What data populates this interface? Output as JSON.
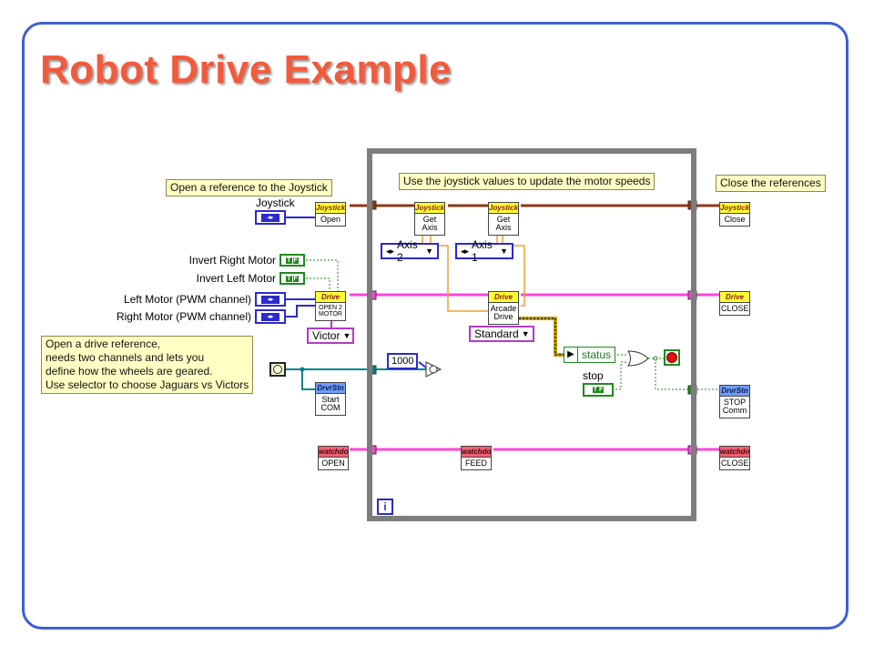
{
  "slide": {
    "title": "Robot Drive Example"
  },
  "comments": {
    "joystick_ref": "Open a reference to the Joystick",
    "update_motors": "Use the joystick values to update the motor speeds",
    "close_refs": "Close the references",
    "drive_ref": [
      "Open a drive reference,",
      "needs two channels and lets you",
      "define how the wheels are geared.",
      "Use selector to choose Jaguars vs Victors"
    ]
  },
  "labels": {
    "joystick": "Joystick",
    "invert_right": "Invert Right Motor",
    "invert_left": "Invert Left Motor",
    "left_motor": "Left Motor (PWM channel)",
    "right_motor": "Right Motor (PWM channel)",
    "stop": "stop",
    "status": "status"
  },
  "constants": {
    "victor": "Victor",
    "axis2": "Axis 2",
    "axis1": "Axis 1",
    "standard": "Standard",
    "wait_ms": "1000",
    "tf": "T F",
    "t": "T",
    "f": "F",
    "iteration": "i"
  },
  "vis": {
    "joystick_open": {
      "hdr": "Joystick",
      "body": "Open"
    },
    "joystick_getaxis_a": {
      "hdr": "Joystick",
      "body": "Get Axis"
    },
    "joystick_getaxis_b": {
      "hdr": "Joystick",
      "body": "Get Axis"
    },
    "joystick_close": {
      "hdr": "Joystick",
      "body": "Close"
    },
    "drive_open": {
      "hdr": "Drive",
      "body": "OPEN 2 MOTOR"
    },
    "drive_arcade": {
      "hdr": "Drive",
      "body": "Arcade Drive"
    },
    "drive_close": {
      "hdr": "Drive",
      "body": "CLOSE"
    },
    "drvrstn_start": {
      "hdr": "DrvrStn",
      "body": "Start COM"
    },
    "drvrstn_stop": {
      "hdr": "DrvrStn",
      "body": "STOP Comm"
    },
    "watchdog_open": {
      "hdr": "watchdo",
      "body": "OPEN"
    },
    "watchdog_feed": {
      "hdr": "watchdo",
      "body": "FEED"
    },
    "watchdog_close": {
      "hdr": "watchdo",
      "body": "CLOSE"
    }
  },
  "colors": {
    "title": "#f25a3c",
    "frame": "#3f5fd6",
    "wire_ref": "#8b3a14",
    "wire_drive": "#ff44dd",
    "wire_numeric": "#f0a030",
    "wire_boolean": "#1f8a1f",
    "loop_border": "#7d7d7d"
  }
}
